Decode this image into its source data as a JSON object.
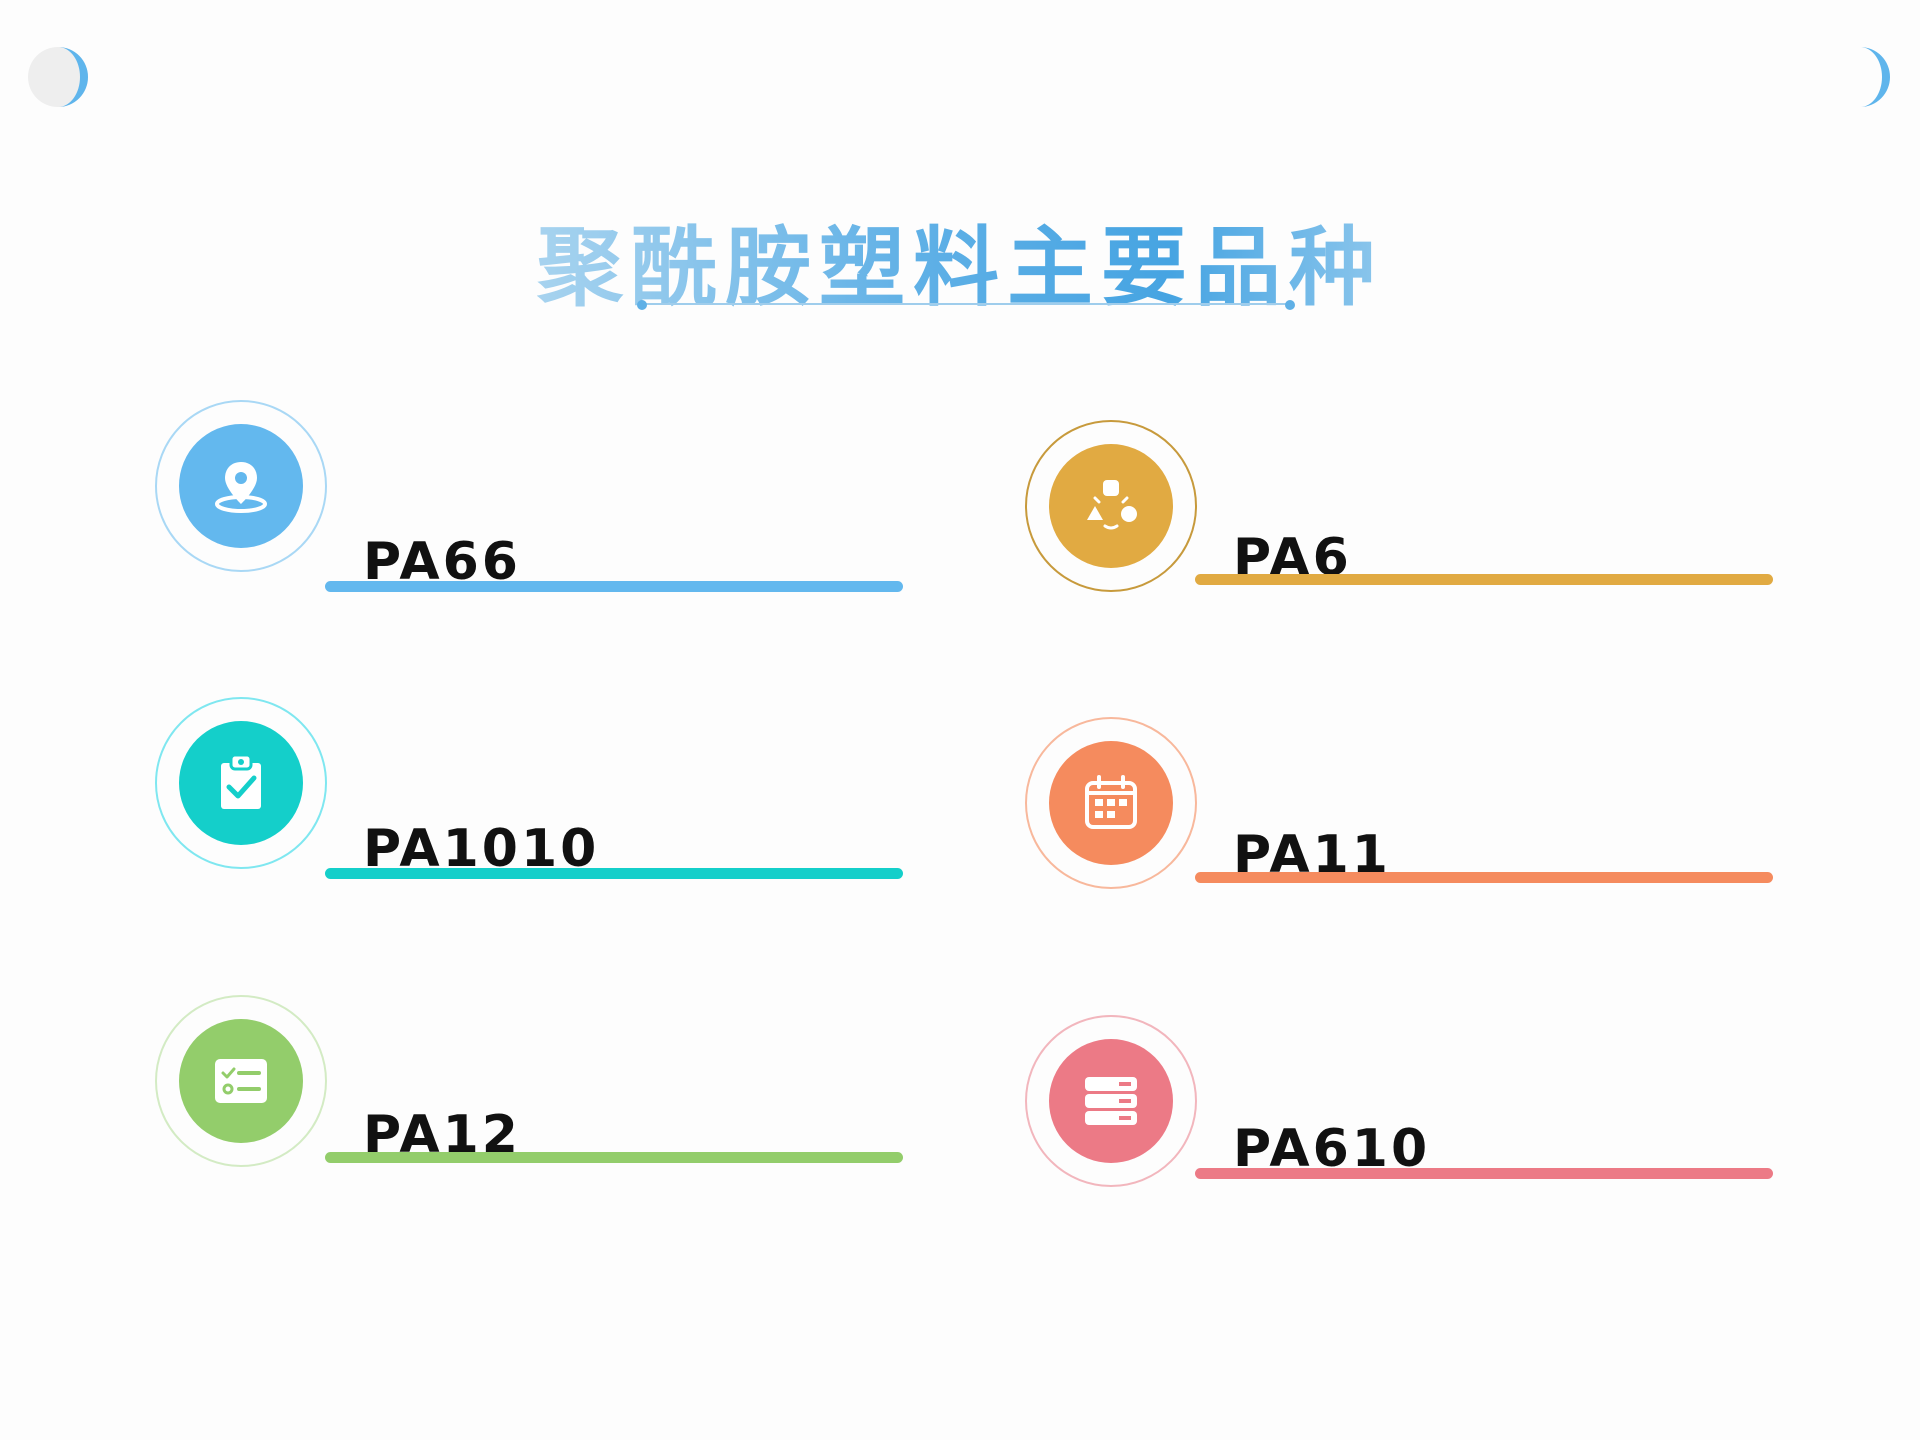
{
  "title": "聚酰胺塑料主要品种",
  "colors": {
    "blue": "#63b8ee",
    "gold": "#e1aa42",
    "teal": "#14cfca",
    "orange": "#f58b5e",
    "green": "#93cd6b",
    "pink": "#ec7a86"
  },
  "items": [
    {
      "label": "PA66",
      "icon": "location-pin-icon",
      "color": "#63b8ee"
    },
    {
      "label": "PA6",
      "icon": "people-network-icon",
      "color": "#e1aa42"
    },
    {
      "label": "PA1010",
      "icon": "clipboard-check-icon",
      "color": "#14cfca"
    },
    {
      "label": "PA11",
      "icon": "calendar-icon",
      "color": "#f58b5e"
    },
    {
      "label": "PA12",
      "icon": "checklist-icon",
      "color": "#93cd6b"
    },
    {
      "label": "PA610",
      "icon": "server-stack-icon",
      "color": "#ec7a86"
    }
  ]
}
